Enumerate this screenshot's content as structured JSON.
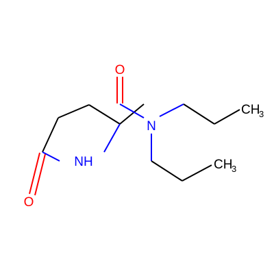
{
  "molecule": {
    "atoms": {
      "carbonyl_oxygen": "O",
      "amide_nitrogen": "N",
      "ring_oxygen": "O",
      "ring_nh": "NH",
      "methyl_top": "CH",
      "methyl_top_sub": "3",
      "methyl_bottom": "CH",
      "methyl_bottom_sub": "3"
    },
    "colors": {
      "bond": "#000000",
      "oxygen": "#ff0000",
      "nitrogen": "#0000ff"
    }
  }
}
